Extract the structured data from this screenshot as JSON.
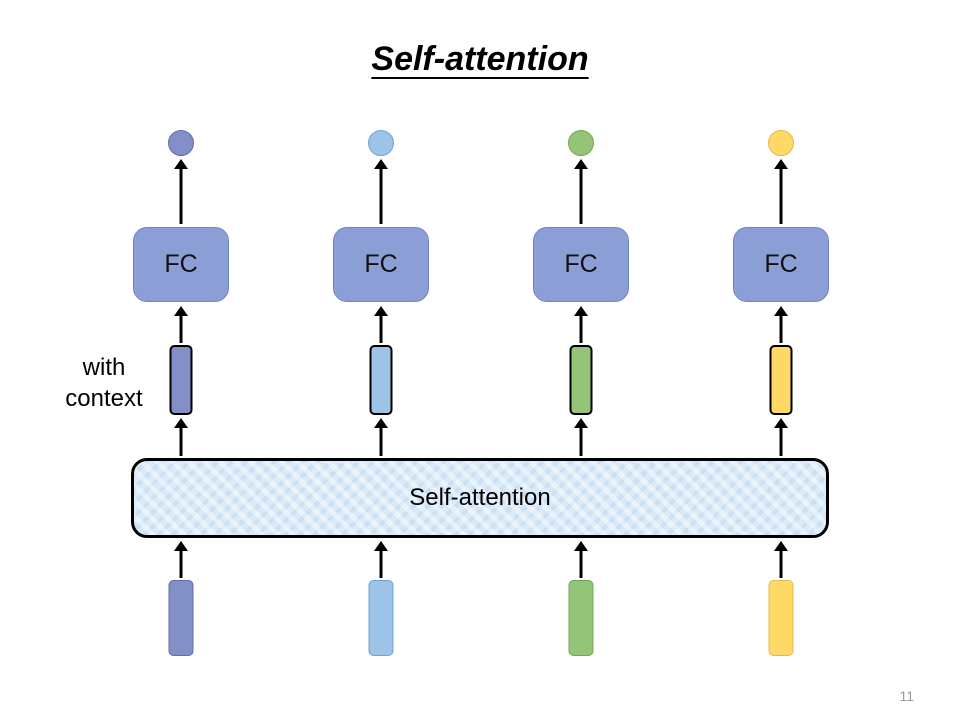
{
  "slide": {
    "title": "Self-attention",
    "page_number": "11"
  },
  "labels": {
    "with_context": "with context",
    "fc": "FC",
    "attention_box": "Self-attention"
  },
  "colors": {
    "fc_fill": "#8B9FD6",
    "fc_border": "#6F84C2",
    "attention_fill": "#DAEAF8",
    "attention_border": "#000000",
    "arrow": "#000000",
    "page_number": "#9B9B9B"
  },
  "columns": [
    {
      "color": "#8390C8",
      "border_color": "#5F6EA8"
    },
    {
      "color": "#9DC3E6",
      "border_color": "#6FA3D4"
    },
    {
      "color": "#94C478",
      "border_color": "#6FA857"
    },
    {
      "color": "#FFD966",
      "border_color": "#E3B94F"
    }
  ]
}
